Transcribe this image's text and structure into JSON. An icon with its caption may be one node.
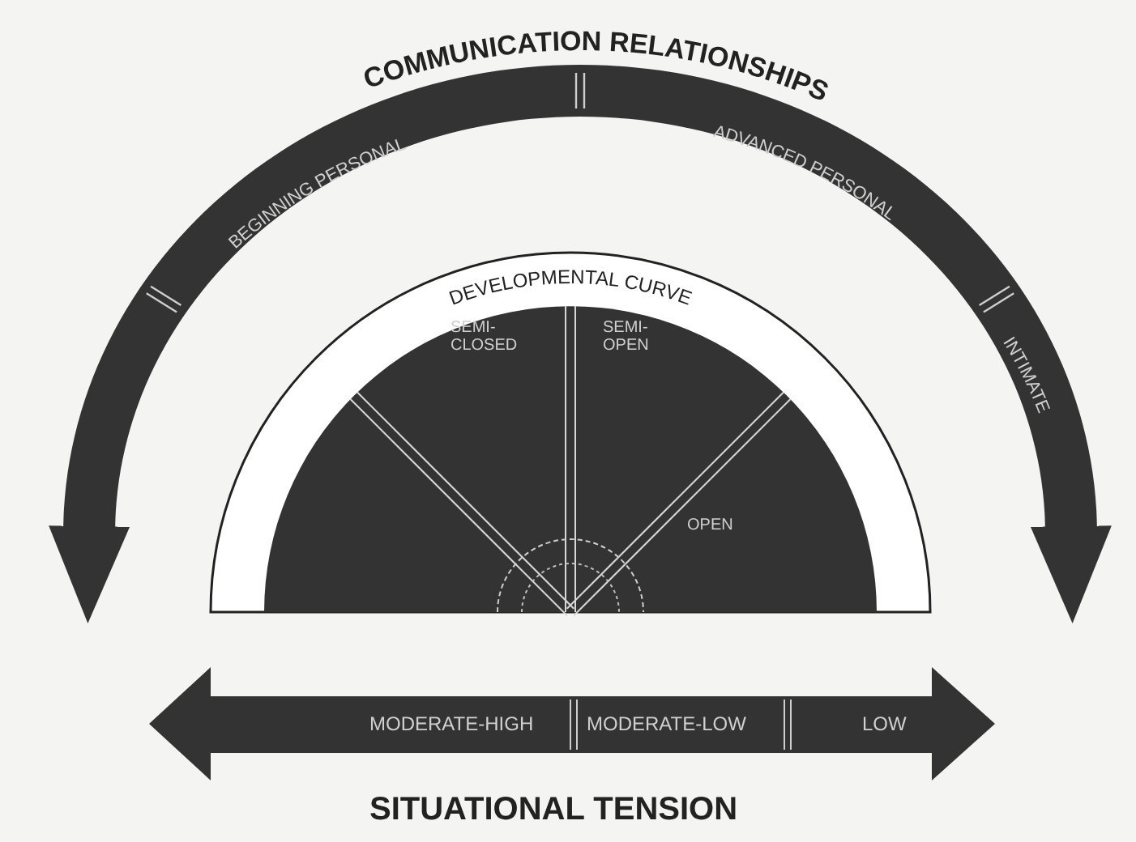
{
  "diagram": {
    "labels": [
      "COMMUNICATION RELATIONSHIPS",
      "BEGINNING PERSONAL",
      "ADVANCED PERSONAL",
      "INTIMATE",
      "DEVELOPMENTAL CURVE",
      "SEMI-CLOSED",
      "SEMI-OPEN",
      "OPEN",
      "MODERATE-HIGH",
      "MODERATE-LOW",
      "LOW",
      "SITUATIONAL TENSION"
    ]
  }
}
